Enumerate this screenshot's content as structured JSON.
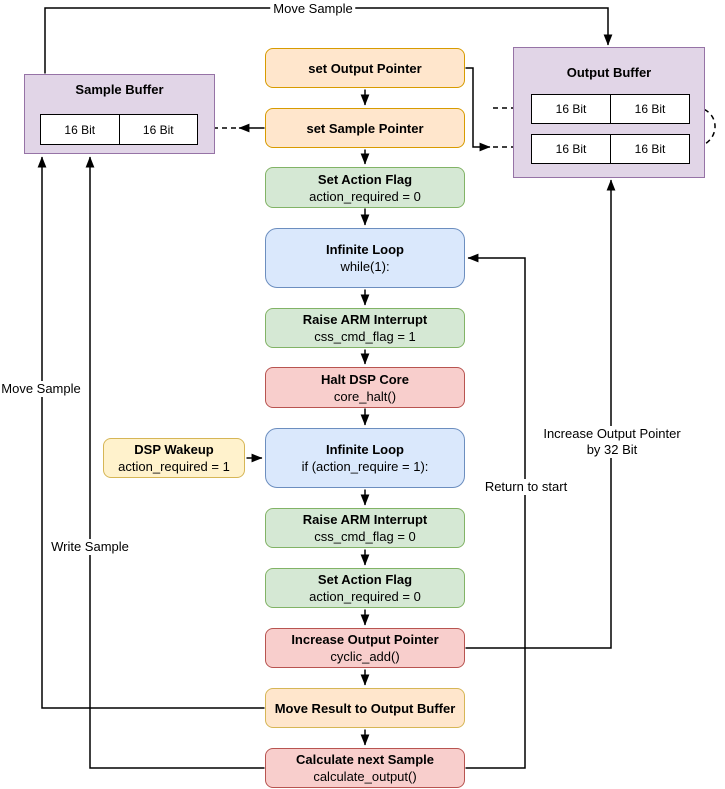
{
  "labels": {
    "move_sample_top": "Move Sample",
    "move_sample_left": "Move Sample",
    "write_sample": "Write Sample",
    "return_to_start": "Return to start",
    "increase_pointer_line1": "Increase Output Pointer",
    "increase_pointer_line2": "by 32 Bit"
  },
  "flow": [
    {
      "title": "set Output Pointer",
      "subtitle": ""
    },
    {
      "title": "set Sample Pointer",
      "subtitle": ""
    },
    {
      "title": "Set Action Flag",
      "subtitle": "action_required = 0"
    },
    {
      "title": "Infinite Loop",
      "subtitle": "while(1):"
    },
    {
      "title": "Raise ARM Interrupt",
      "subtitle": "css_cmd_flag = 1"
    },
    {
      "title": "Halt DSP Core",
      "subtitle": "core_halt()"
    },
    {
      "title": "Infinite Loop",
      "subtitle": "if (action_require = 1):"
    },
    {
      "title": "Raise ARM Interrupt",
      "subtitle": "css_cmd_flag = 0"
    },
    {
      "title": "Set Action Flag",
      "subtitle": "action_required = 0"
    },
    {
      "title": "Increase Output Pointer",
      "subtitle": "cyclic_add()"
    },
    {
      "title": "Move Result to Output Buffer",
      "subtitle": ""
    },
    {
      "title": "Calculate next Sample",
      "subtitle": "calculate_output()"
    }
  ],
  "side": {
    "dsp_wakeup": {
      "title": "DSP Wakeup",
      "subtitle": "action_required = 1"
    }
  },
  "buffers": {
    "sample": {
      "title": "Sample Buffer",
      "cells": [
        "16 Bit",
        "16 Bit"
      ]
    },
    "output": {
      "title": "Output Buffer",
      "row1": [
        "16 Bit",
        "16 Bit"
      ],
      "row2": [
        "16 Bit",
        "16 Bit"
      ]
    }
  },
  "colors": {
    "orange_fill": "#ffe6cc",
    "orange_stroke": "#d79b00",
    "yellow_fill": "#fff2cc",
    "yellow_stroke": "#d6b656",
    "green_fill": "#d5e8d4",
    "green_stroke": "#82b366",
    "blue_fill": "#dae8fc",
    "blue_stroke": "#6c8ebf",
    "red_fill": "#f8cecc",
    "red_stroke": "#b85450",
    "purple_fill": "#e1d5e7",
    "purple_stroke": "#9673a6",
    "wire": "#000000"
  }
}
